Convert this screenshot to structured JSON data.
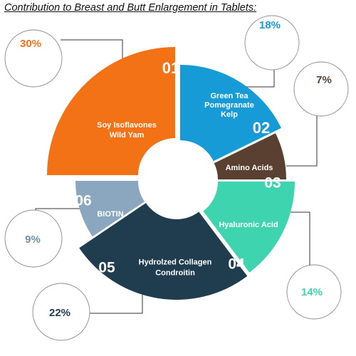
{
  "chart_data": {
    "type": "pie",
    "title": "Contribution to Breast and Butt Enlargement in Tablets:",
    "slices": [
      {
        "number": "01",
        "label": [
          "Soy Isoflavones",
          "Wild Yam"
        ],
        "percent": "30%",
        "value": 30,
        "color": "#f47216",
        "pct_color": "#f47216"
      },
      {
        "number": "02",
        "label": [
          "Green Tea",
          "Pomegranate",
          "Kelp"
        ],
        "percent": "18%",
        "value": 18,
        "color": "#179bd7",
        "pct_color": "#179bd7"
      },
      {
        "number": "03",
        "label": [
          "Amino Acids"
        ],
        "percent": "7%",
        "value": 7,
        "color": "#5a4030",
        "pct_color": "#5a4030"
      },
      {
        "number": "04",
        "label": [
          "Hyaluronic Acid"
        ],
        "percent": "14%",
        "value": 14,
        "color": "#3fd4b0",
        "pct_color": "#3fd4b0"
      },
      {
        "number": "05",
        "label": [
          "Hydrolzed Collagen",
          "Condroitin"
        ],
        "percent": "22%",
        "value": 22,
        "color": "#1f3d4f",
        "pct_color": "#1f3d4f"
      },
      {
        "number": "06",
        "label": [
          "BIOTIN"
        ],
        "percent": "9%",
        "value": 9,
        "color": "#8ba6bf",
        "pct_color": "#6e8fae"
      }
    ]
  }
}
